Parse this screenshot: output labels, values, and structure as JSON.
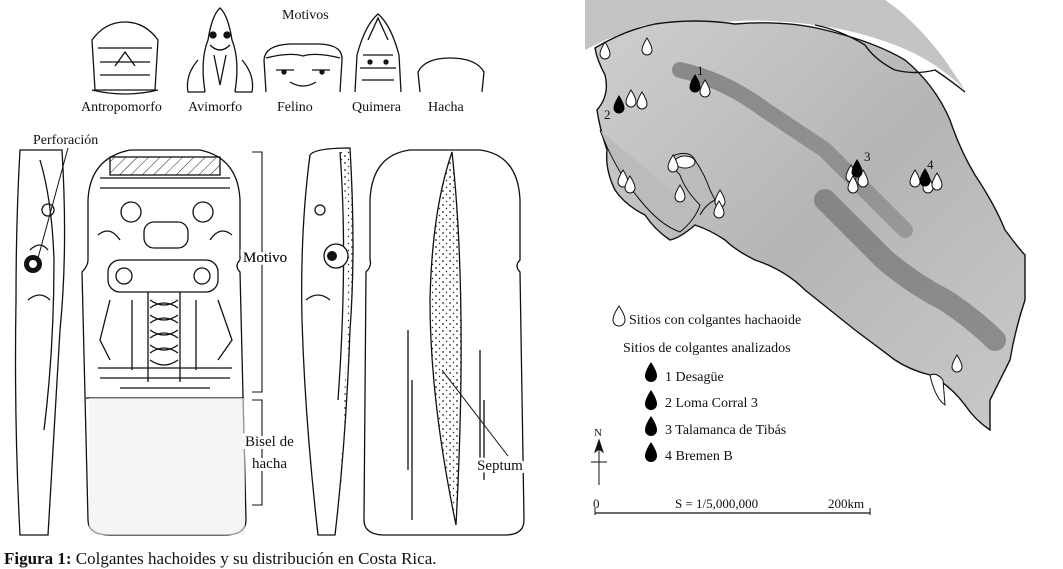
{
  "left_panel": {
    "motifs_title": "Motivos",
    "motifs": [
      "Antropomorfo",
      "Avimorfo",
      "Felino",
      "Quimera",
      "Hacha"
    ],
    "labels": {
      "perforacion": "Perforación",
      "motivo": "Motivo",
      "bisel_line1": "Bisel de",
      "bisel_line2": "hacha",
      "septum": "Septum"
    }
  },
  "map": {
    "site_numbers": [
      "1",
      "2",
      "3",
      "4"
    ],
    "legend": {
      "hachaoide": "Sitios con colgantes hachaoide",
      "analyzed_title": "Sitios de colgantes analizados",
      "analyzed": [
        "1  Desagüe",
        "2  Loma Corral 3",
        "3 Talamanca de Tibás",
        "4 Bremen B"
      ]
    },
    "north": "N",
    "scale": {
      "start": "0",
      "ratio": "S = 1/5,000,000",
      "end": "200km"
    }
  },
  "caption": {
    "label": "Figura 1:",
    "text": " Colgantes hachoides y su distribución en Costa Rica."
  }
}
